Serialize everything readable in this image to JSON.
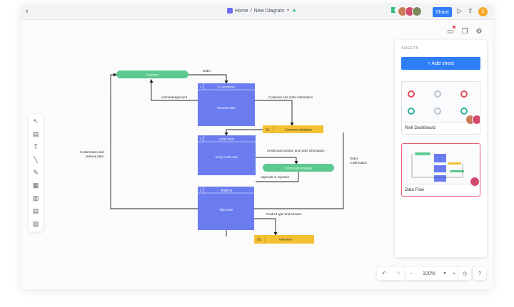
{
  "topbar": {
    "back": "‹",
    "breadcrumb_home": "Home",
    "breadcrumb_sep": "/",
    "breadcrumb_doc": "New Diagram",
    "share_label": "Share",
    "coin": "S"
  },
  "sheets": {
    "title": "SHEETS",
    "add_label": "+ Add sheet",
    "items": [
      {
        "name": "Risk Dashboard"
      },
      {
        "name": "Data Flow"
      }
    ]
  },
  "zoom": {
    "level": "100%",
    "minus": "−",
    "plus": "+",
    "help": "?"
  },
  "diagram": {
    "customer": "Customer",
    "ecommerce_num": "1",
    "ecommerce": "E-Commerce",
    "process_order": "Process order",
    "cyber_num": "2",
    "cyber": "Cyber bank",
    "verify_credit": "Verify credit card",
    "credit_company": "Credit card company",
    "shipping_num": "3",
    "shipping": "shipping",
    "ship_order": "Ship order",
    "d1": "D1",
    "customer_db": "Customer database",
    "d2": "D2",
    "inventory": "Inventory",
    "lbl_order": "Order",
    "lbl_ack": "Acknowledgement",
    "lbl_cust_info": "Customer and order information",
    "lbl_credit": "Credit card number and order information",
    "lbl_approval": "Approval or rejection",
    "lbl_confirm1": "Confirmation and",
    "lbl_confirm2": "delivery date",
    "lbl_order_conf1": "Order",
    "lbl_order_conf2": "confirmation",
    "lbl_product": "Product type and amount"
  },
  "colors": {
    "accent": "#2e7ef7",
    "process": "#6b7cf1",
    "entity": "#5cc98e",
    "store": "#f3c132"
  }
}
